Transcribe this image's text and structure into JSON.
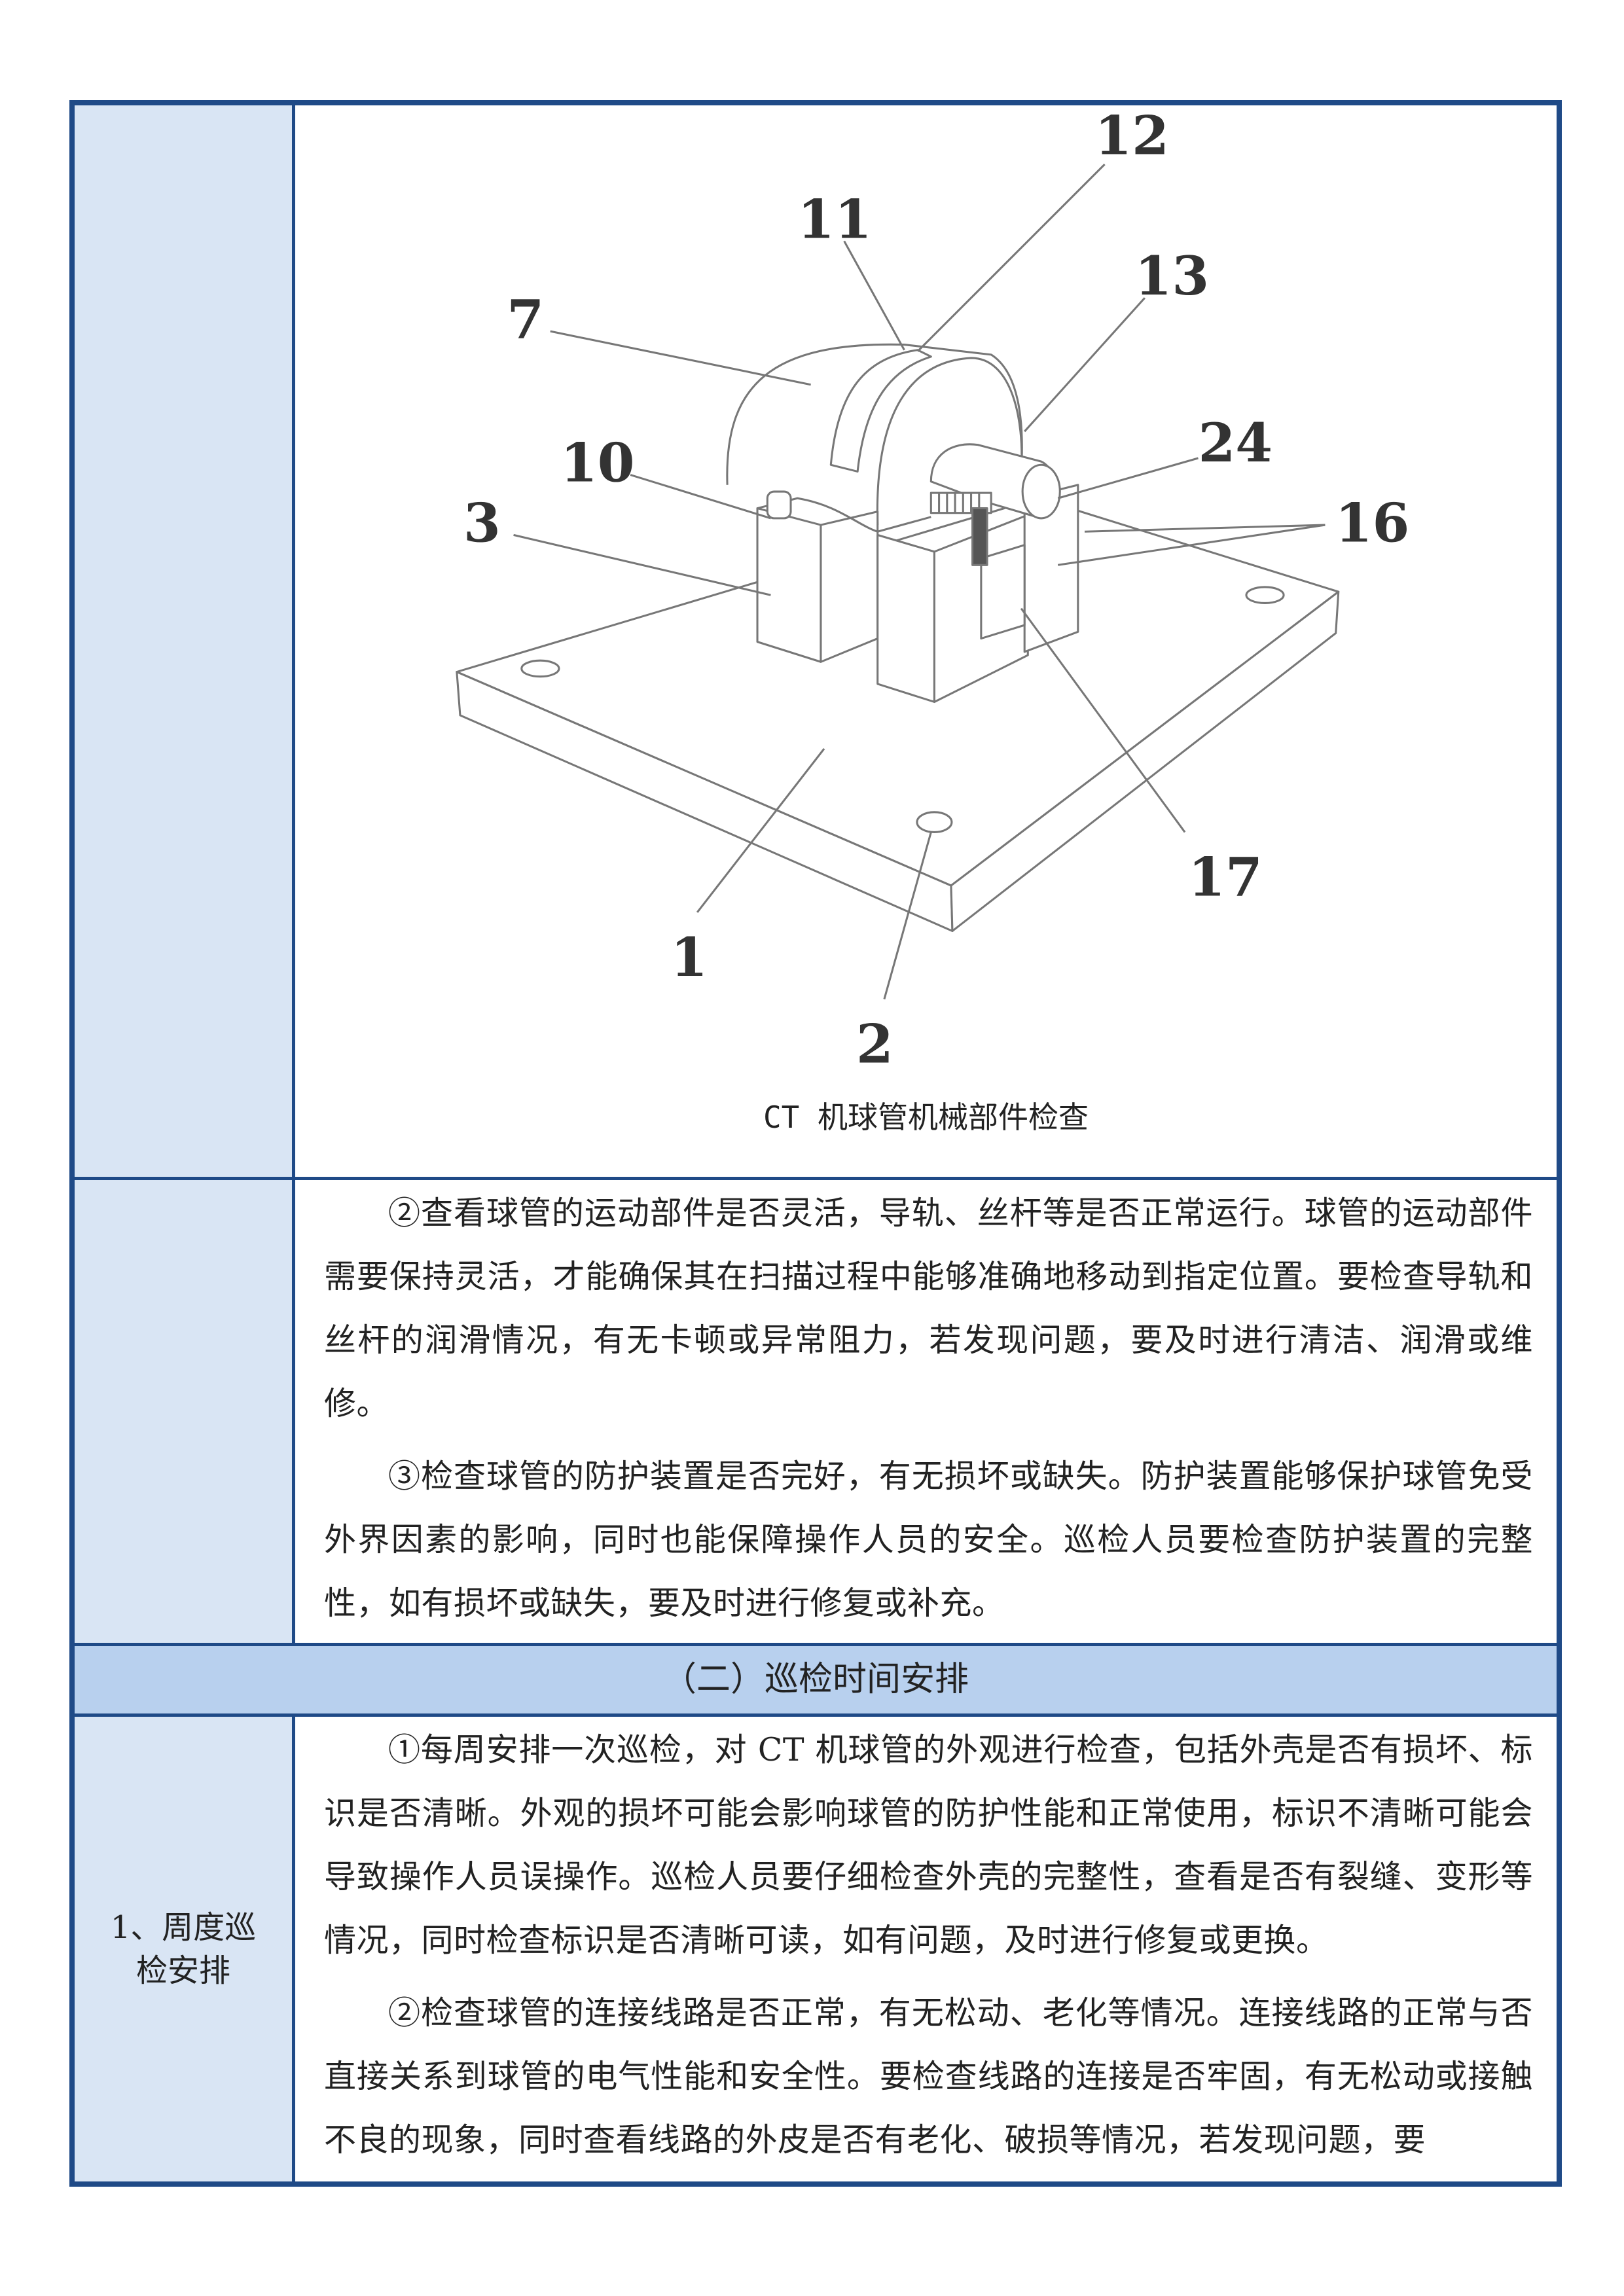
{
  "figure": {
    "caption": "CT 机球管机械部件检查",
    "part_labels": {
      "p1": "1",
      "p2": "2",
      "p3": "3",
      "p7": "7",
      "p10": "10",
      "p11": "11",
      "p12": "12",
      "p13": "13",
      "p16": "16",
      "p17": "17",
      "p24": "24"
    }
  },
  "section1": {
    "paragraphs": [
      "②查看球管的运动部件是否灵活，导轨、丝杆等是否正常运行。球管的运动部件需要保持灵活，才能确保其在扫描过程中能够准确地移动到指定位置。要检查导轨和丝杆的润滑情况，有无卡顿或异常阻力，若发现问题，要及时进行清洁、润滑或维修。",
      "③检查球管的防护装置是否完好，有无损坏或缺失。防护装置能够保护球管免受外界因素的影响，同时也能保障操作人员的安全。巡检人员要检查防护装置的完整性，如有损坏或缺失，要及时进行修复或补充。"
    ]
  },
  "section2": {
    "heading": "（二）巡检时间安排",
    "row_label": "1、周度巡检安排",
    "paragraphs": [
      "①每周安排一次巡检，对 CT 机球管的外观进行检查，包括外壳是否有损坏、标识是否清晰。外观的损坏可能会影响球管的防护性能和正常使用，标识不清晰可能会导致操作人员误操作。巡检人员要仔细检查外壳的完整性，查看是否有裂缝、变形等情况，同时检查标识是否清晰可读，如有问题，及时进行修复或更换。",
      "②检查球管的连接线路是否正常，有无松动、老化等情况。连接线路的正常与否直接关系到球管的电气性能和安全性。要检查线路的连接是否牢固，有无松动或接触不良的现象，同时查看线路的外皮是否有老化、破损等情况，若发现问题，要"
    ]
  },
  "colors": {
    "border": "#1f4a87",
    "left_column": "#d9e5f4",
    "heading_band": "#b8d0ee"
  }
}
